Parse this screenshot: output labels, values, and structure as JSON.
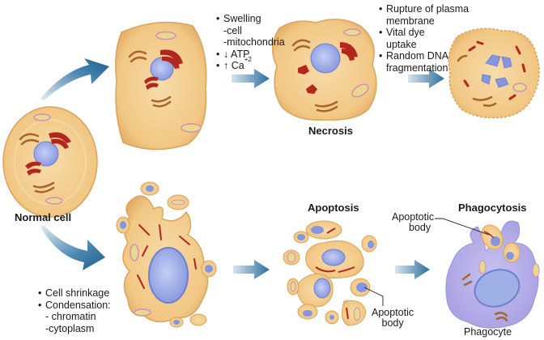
{
  "title_labels": {
    "normal_cell": "Normal cell",
    "necrosis": "Necrosis",
    "apoptosis": "Apoptosis",
    "phagocytosis": "Phagocytosis",
    "phagocyte": "Phagocyte"
  },
  "callouts": {
    "apoptotic_body_1": [
      "Apoptotic",
      "body"
    ],
    "apoptotic_body_2": [
      "Apoptotic",
      "body"
    ]
  },
  "necrosis_early_notes": {
    "items": [
      {
        "bullet": "•",
        "text": "Swelling"
      },
      {
        "bullet": "",
        "text": "-cell"
      },
      {
        "bullet": "",
        "text": "-mitochondria"
      },
      {
        "bullet": "•",
        "text": "↓ ATP"
      },
      {
        "bullet": "•",
        "text": "↑ Ca",
        "sup": "+2"
      }
    ]
  },
  "necrosis_late_notes": {
    "items": [
      {
        "bullet": "•",
        "text": "Rupture of plasma"
      },
      {
        "bullet": "",
        "text": "membrane"
      },
      {
        "bullet": "•",
        "text": "Vital dye"
      },
      {
        "bullet": "",
        "text": "uptake"
      },
      {
        "bullet": "•",
        "text": "Random DNA"
      },
      {
        "bullet": "",
        "text": "fragmentation"
      }
    ]
  },
  "apoptosis_notes": {
    "items": [
      {
        "bullet": "•",
        "text": "Cell shrinkage"
      },
      {
        "bullet": "•",
        "text": "Condensation:"
      },
      {
        "bullet": "",
        "text": "- chromatin"
      },
      {
        "bullet": "",
        "text": "-cytoplasm"
      }
    ]
  },
  "colors": {
    "cytoplasm": "#f3c98a",
    "cytoplasm_edge": "#d9a55e",
    "nucleus": "#9aa8e6",
    "nucleus_edge": "#6f7fd0",
    "er": "#b3261e",
    "golgi": "#a8642c",
    "mito": "#e9d98f",
    "mito_edge": "#d78db8",
    "arrow": "#2a6f9a",
    "phagocyte": "#b4aee8"
  }
}
